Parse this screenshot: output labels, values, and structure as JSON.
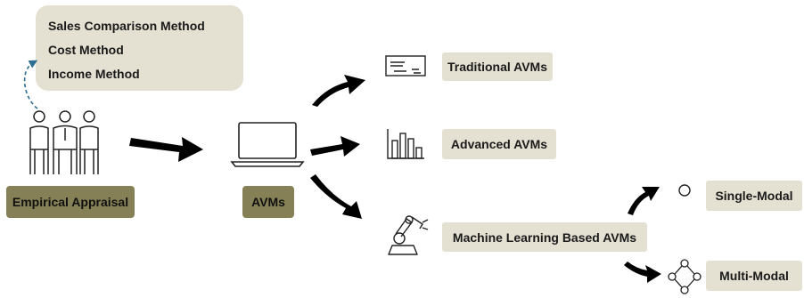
{
  "methods": {
    "items": [
      "Sales Comparison Method",
      "Cost Method",
      "Income Method"
    ]
  },
  "labels": {
    "empirical": "Empirical Appraisal",
    "avms": "AVMs",
    "traditional": "Traditional AVMs",
    "advanced": "Advanced AVMs",
    "ml": "Machine Learning Based AVMs",
    "single": "Single-Modal",
    "multi": "Multi-Modal"
  },
  "colors": {
    "box_light": "#e4e0d2",
    "box_dark": "#858055",
    "dashed_arrow": "#2e6e8e",
    "arrow": "#000000"
  },
  "icons": [
    "people-group-icon",
    "laptop-icon",
    "check-document-icon",
    "bar-chart-icon",
    "robot-arm-icon",
    "circle-icon",
    "multi-node-icon"
  ]
}
